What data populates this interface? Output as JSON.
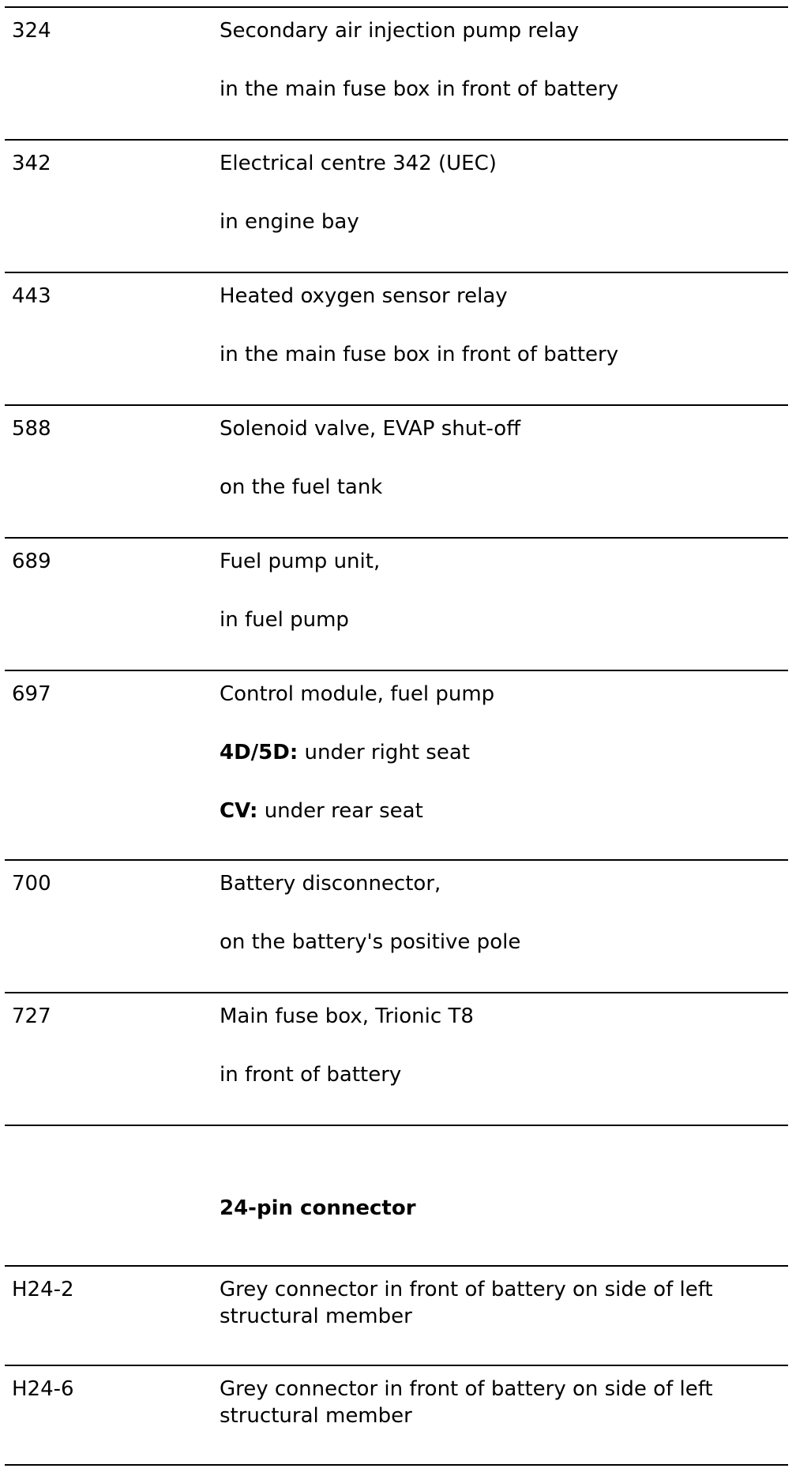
{
  "rows": [
    {
      "code": "324",
      "lines": [
        "Secondary air injection pump relay",
        "in the main fuse box in front of battery"
      ]
    },
    {
      "code": "342",
      "lines": [
        "Electrical centre 342 (UEC)",
        "in engine bay"
      ]
    },
    {
      "code": "443",
      "lines": [
        "Heated oxygen sensor relay",
        "in the main fuse box in front of battery"
      ]
    },
    {
      "code": "588",
      "lines": [
        "Solenoid valve, EVAP shut-off",
        "on the fuel tank"
      ]
    },
    {
      "code": "689",
      "lines": [
        "Fuel pump unit,",
        "in fuel pump"
      ]
    },
    {
      "code": "697",
      "line1": "Control module, fuel pump",
      "line2_bold": "4D/5D:",
      "line2_rest": " under right seat",
      "line3_bold": "CV:",
      "line3_rest": " under rear seat"
    },
    {
      "code": "700",
      "lines": [
        "Battery disconnector,",
        "on the battery's positive pole"
      ]
    },
    {
      "code": "727",
      "lines": [
        "Main fuse box, Trionic T8",
        "in front of battery"
      ]
    }
  ],
  "section_title": "24-pin connector",
  "connectors": [
    {
      "code": "H24-2",
      "text": "Grey connector in front of battery on side of left structural member"
    },
    {
      "code": "H24-6",
      "text": "Grey connector in front of battery on side of left structural member"
    }
  ]
}
